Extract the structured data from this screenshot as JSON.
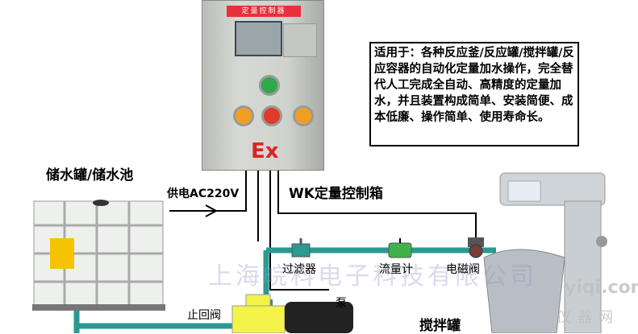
{
  "control_box": {
    "plate": "定量控制器",
    "ex_mark": "Ex"
  },
  "note": "适用于：各种反应釜/反应罐/搅拌罐/反应容器的自动化定量加水操作，完全替代人工完成全自动、高精度的定量加水，并且装置构成简单、安装简便、成本低廉、操作简单、使用寿命长。",
  "labels": {
    "tank": "储水罐/储水池",
    "power": "供电AC220V",
    "controller": "WK定量控制箱",
    "filter": "过滤器",
    "flowmeter": "流量计",
    "solenoid_valve": "电磁阀",
    "check_valve": "止回阀",
    "pump": "泵",
    "mixer": "搅拌罐"
  },
  "watermark": {
    "company": "上海皖科电子科技有限公司",
    "site": "yiqi.com",
    "site_cn": "仪器网"
  },
  "colors": {
    "pipe": "#2a9a90",
    "button_green": "#2fa84a",
    "button_red": "#e03a2a",
    "button_orange": "#f0a020",
    "plate": "#e8303a"
  }
}
